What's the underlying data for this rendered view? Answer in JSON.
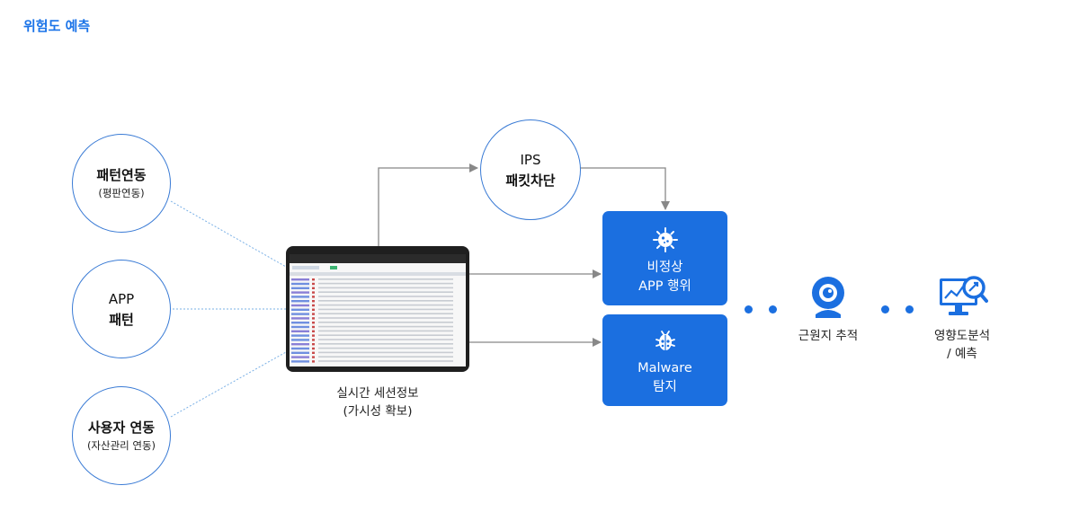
{
  "title": "위험도 예측",
  "left_nodes": [
    {
      "main": "패턴연동",
      "sub": "(평판연동)"
    },
    {
      "line1": "APP",
      "line2": "패턴"
    },
    {
      "main": "사용자 연동",
      "sub": "(자산관리 연동)"
    }
  ],
  "center": {
    "line1": "실시간 세션정보",
    "line2": "(가시성 확보)"
  },
  "ips": {
    "line1": "IPS",
    "line2": "패킷차단"
  },
  "abnormal": {
    "line1": "비정상",
    "line2": "APP 행위",
    "icon": "virus-icon"
  },
  "malware": {
    "line1": "Malware",
    "line2": "탐지",
    "icon": "bug-icon"
  },
  "trace": {
    "label": "근원지 추적",
    "icon": "webcam-icon"
  },
  "analysis": {
    "line1": "영향도분석",
    "line2": "/ 예측",
    "icon": "monitor-analysis-icon"
  },
  "colors": {
    "accent": "#1b6fe0",
    "circle_border": "#3a7bd5",
    "arrow": "#888888",
    "dotted": "#7ab0e6"
  }
}
